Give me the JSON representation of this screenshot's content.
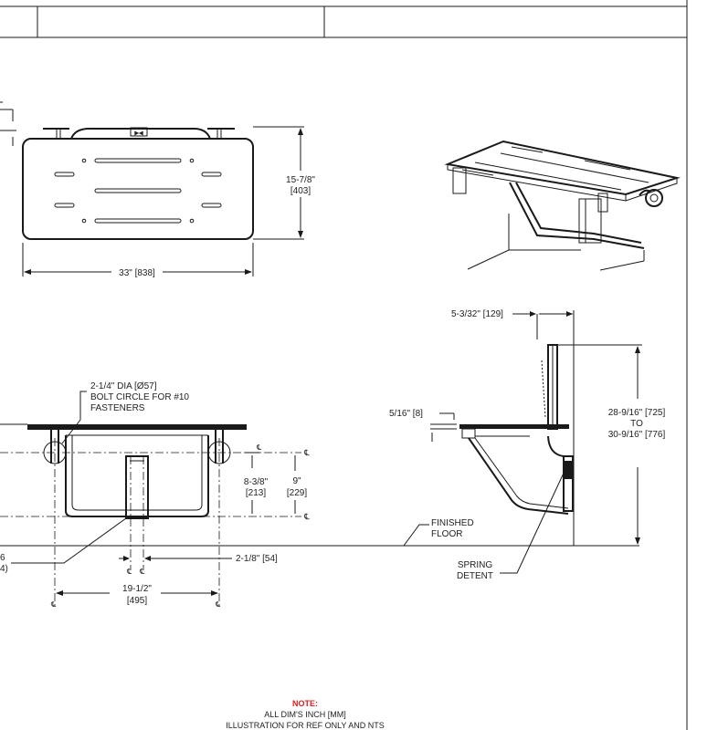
{
  "colors": {
    "line": "#1a1a1a",
    "note_heading": "#d92020"
  },
  "top_view": {
    "depth_dim": "15-7/8\"",
    "depth_dim_mm": "[403]",
    "width_dim": "33\" [838]"
  },
  "front_view": {
    "bolt_note_1": "2-1/4\" DIA [Ø57]",
    "bolt_note_2": "BOLT CIRCLE FOR #10",
    "bolt_note_3": "FASTENERS",
    "dim_a": "8-3/8\"",
    "dim_a_mm": "[213]",
    "dim_b": "9\"",
    "dim_b_mm": "[229]",
    "dim_c": "2-1/8\" [54]",
    "dim_d": "19-1/2\"",
    "dim_d_mm": "[495]",
    "cut_label_1": "6",
    "cut_label_2": "4)"
  },
  "side_view": {
    "offset_dim": "5-3/32\" [129]",
    "thickness_dim": "5/16\" [8]",
    "height_dim": "28-9/16\" [725]",
    "height_to": "TO",
    "height_max": "30-9/16\"  [776]",
    "floor_1": "FINISHED",
    "floor_2": "FLOOR",
    "spring_1": "SPRING",
    "spring_2": "DETENT"
  },
  "note": {
    "heading": "NOTE:",
    "line_1": "ALL DIM'S INCH [MM]",
    "line_2": "ILLUSTRATION FOR REF ONLY AND NTS"
  }
}
